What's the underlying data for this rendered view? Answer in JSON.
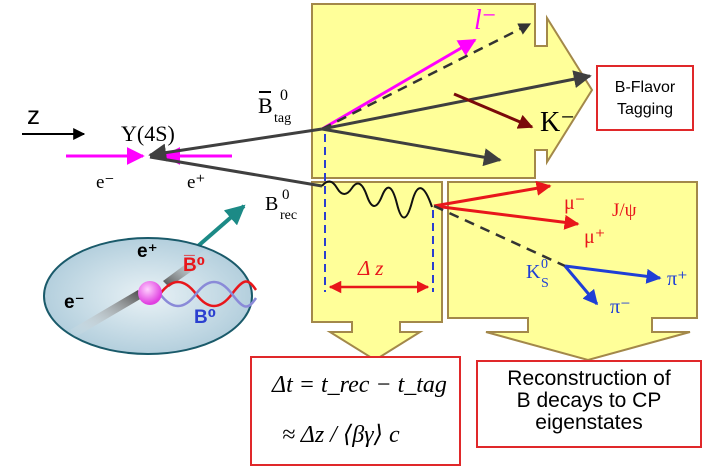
{
  "axis": {
    "label": "z"
  },
  "resonance": {
    "label": "Υ(4S)"
  },
  "beams": {
    "electron": "e⁻",
    "positron": "e⁺"
  },
  "tag_meson": {
    "base": "B",
    "bar": true,
    "sup": "0",
    "sub": "tag"
  },
  "rec_meson": {
    "base": "B",
    "sup": "0",
    "sub": "rec"
  },
  "tag_products": {
    "lepton": "l⁻",
    "kaon": "K⁻"
  },
  "tagging_box": {
    "line1": "B-Flavor",
    "line2": "Tagging"
  },
  "rec_products": {
    "mu_minus": "μ⁻",
    "mu_plus": "μ⁺",
    "jpsi": "J/ψ",
    "kshort": {
      "base": "K",
      "sup": "0",
      "sub": "S"
    },
    "pi_plus": "π⁺",
    "pi_minus": "π⁻"
  },
  "delta_z": "Δ z",
  "formula": {
    "line1": "Δt = t_rec − t_tag",
    "line2": "≈ Δz / ⟨βγ⟩ c"
  },
  "reconstruction_box": {
    "line1": "Reconstruction of",
    "line2": "B decays to CP",
    "line3": "eigenstates"
  },
  "inset": {
    "positron": "e⁺",
    "electron": "e⁻",
    "b0bar": "B̅⁰",
    "b0": "B⁰"
  },
  "colors": {
    "panel_fill": "#ffff99",
    "panel_border": "#a3884a",
    "magenta": "#ff00ff",
    "red": "#e8161b",
    "blue": "#1f3fd6",
    "dark_red": "#7a0a0a",
    "teal": "#1c8a86",
    "track_gray": "#3f3f3f",
    "box_border": "#e0282a"
  }
}
